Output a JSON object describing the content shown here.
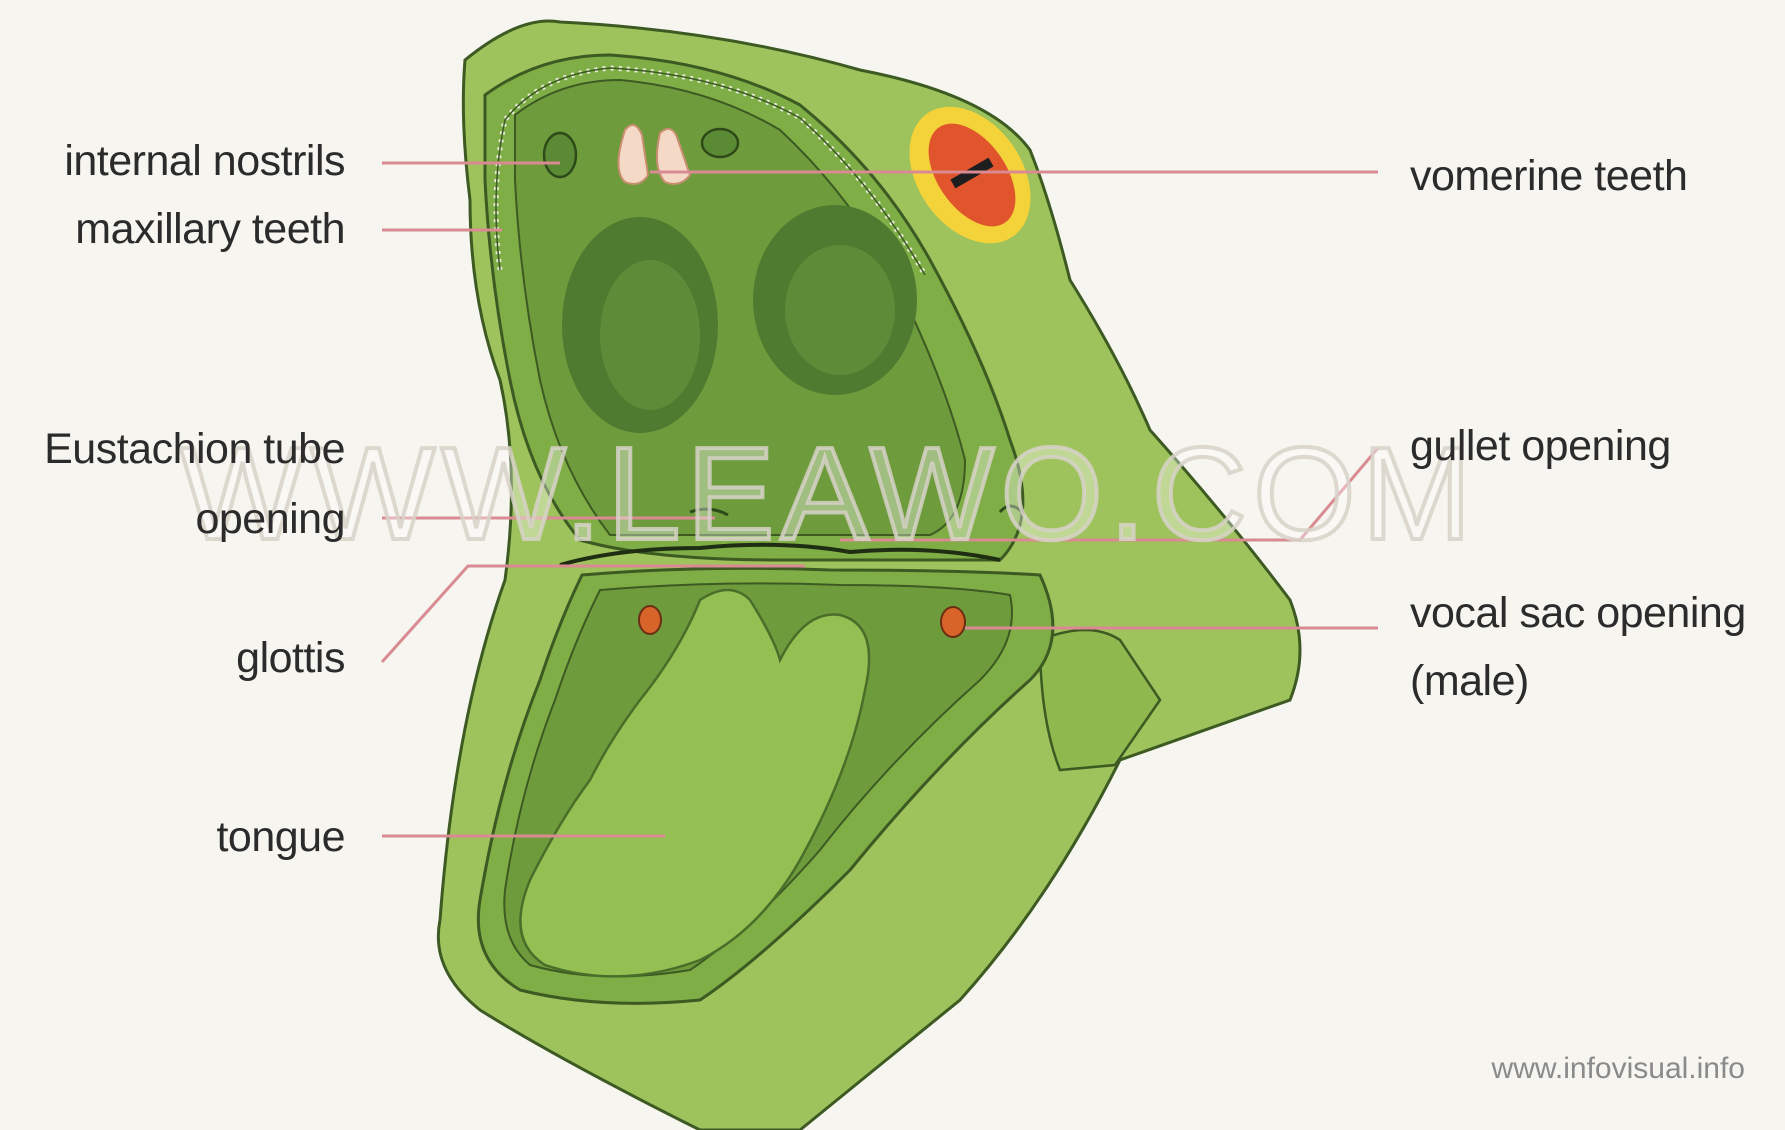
{
  "labels": {
    "internal_nostrils": "internal nostrils",
    "maxillary_teeth": "maxillary teeth",
    "eustachian_line1": "Eustachion tube",
    "eustachian_line2": "opening",
    "glottis": "glottis",
    "tongue": "tongue",
    "vomerine_teeth": "vomerine teeth",
    "gullet_opening": "gullet opening",
    "vocal_sac_line1": "vocal sac opening",
    "vocal_sac_line2": "(male)"
  },
  "watermark": "WWW.LEAWO.COM",
  "credit": "www.infovisual.info",
  "colors": {
    "background": "#f6f5ef",
    "leader_line": "#d98a92",
    "outer_skin": "#9ec25c",
    "jaw": "#7fae46",
    "mouth_interior": "#6e9c3c",
    "eye_socket": "#4f7b30",
    "tongue": "#94bf52",
    "eye_outer": "#f3d23a",
    "eye_inner": "#e0552b"
  }
}
